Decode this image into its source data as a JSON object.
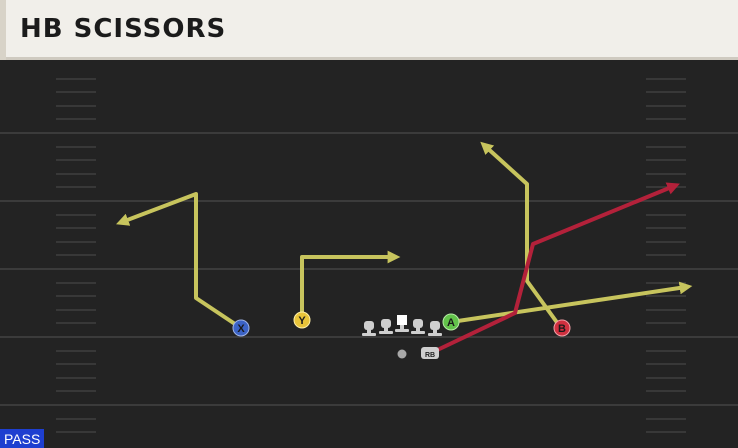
{
  "play": {
    "title": "HB SCISSORS"
  },
  "play_type_badge": "PASS",
  "colors": {
    "route_yellow": "#c7c45d",
    "route_red": "#b3213a",
    "field": "#232323",
    "yard_line": "#3b3b3b"
  },
  "players": [
    {
      "id": "X",
      "button": "X",
      "color": "#3b63c6",
      "role": "receiver"
    },
    {
      "id": "Y",
      "button": "Y",
      "color": "#e8c43a",
      "role": "receiver"
    },
    {
      "id": "A",
      "button": "A",
      "color": "#62c24a",
      "role": "receiver"
    },
    {
      "id": "B",
      "button": "B",
      "color": "#d0303f",
      "role": "receiver"
    },
    {
      "id": "RB",
      "label": "RB",
      "role": "running-back"
    }
  ]
}
